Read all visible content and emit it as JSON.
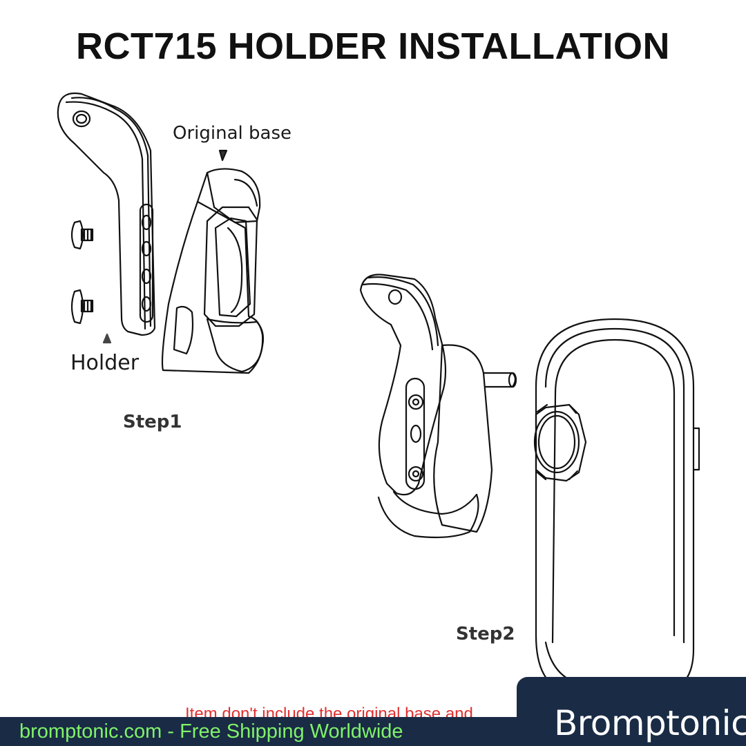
{
  "title": "RCT715 HOLDER INSTALLATION",
  "labels": {
    "original_base": "Original base",
    "holder": "Holder",
    "step1": "Step1",
    "step2": "Step2"
  },
  "note": "Item don't include the original base and",
  "footer": {
    "text": "bromptonic.com - Free Shipping Worldwide",
    "brand": "Bromptonic"
  },
  "colors": {
    "footer_bg": "#1a2b45",
    "footer_text": "#7ff26a",
    "note_text": "#e03030"
  }
}
